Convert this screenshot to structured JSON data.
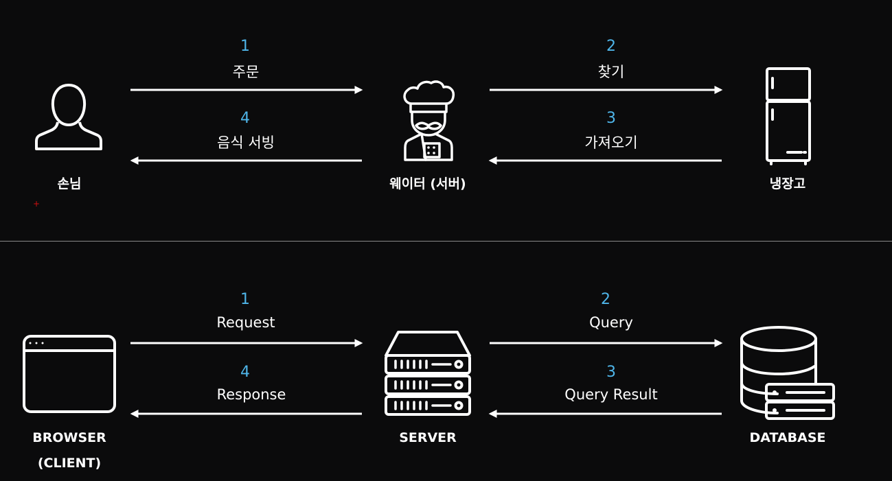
{
  "top": {
    "nodes": {
      "left": "손님",
      "center": "웨이터 (서버)",
      "right": "냉장고"
    },
    "steps": [
      {
        "num": "1",
        "label": "주문"
      },
      {
        "num": "2",
        "label": "찾기"
      },
      {
        "num": "3",
        "label": "가져오기"
      },
      {
        "num": "4",
        "label": "음식 서빙"
      }
    ]
  },
  "bottom": {
    "nodes": {
      "left_line1": "BROWSER",
      "left_line2": "(CLIENT)",
      "center": "SERVER",
      "right": "DATABASE"
    },
    "steps": [
      {
        "num": "1",
        "label": "Request"
      },
      {
        "num": "2",
        "label": "Query"
      },
      {
        "num": "3",
        "label": "Query Result"
      },
      {
        "num": "4",
        "label": "Response"
      }
    ]
  },
  "icons": {
    "top_left": "person-icon",
    "top_center": "chef-icon",
    "top_right": "refrigerator-icon",
    "bottom_left": "browser-window-icon",
    "bottom_center": "server-rack-icon",
    "bottom_right": "database-icon"
  },
  "colors": {
    "background": "#0b0b0c",
    "step_number": "#4fb6ea",
    "foreground": "#ffffff",
    "divider": "#8a8a8a"
  }
}
